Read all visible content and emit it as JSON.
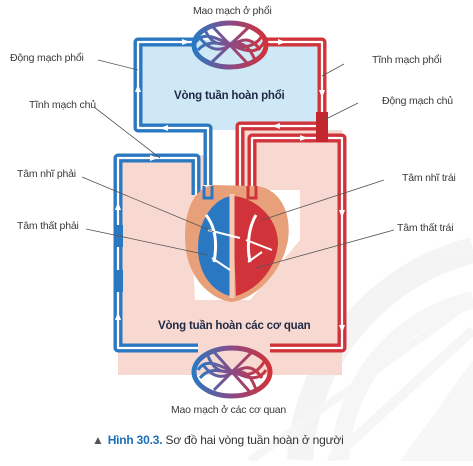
{
  "labels": {
    "pulmonary_capillaries": "Mao mạch ở phổi",
    "pulmonary_artery": "Động mạch phổi",
    "pulmonary_vein": "Tĩnh mạch phổi",
    "vena_cava": "Tĩnh mạch chủ",
    "aorta": "Động mạch chủ",
    "right_atrium": "Tâm nhĩ phải",
    "left_atrium": "Tâm nhĩ trái",
    "right_ventricle": "Tâm thất phải",
    "left_ventricle": "Tâm thất trái",
    "organ_capillaries": "Mao mạch ở các cơ quan"
  },
  "regions": {
    "pulmonary_circuit": "Vòng tuần hoàn phổi",
    "systemic_circuit": "Vòng tuần hoàn các cơ quan"
  },
  "caption": {
    "figure_no": "Hình 30.3.",
    "text": "Sơ đồ hai vòng tuần hoàn ở người"
  },
  "colors": {
    "venous_blue": "#2b78c2",
    "arterial_red": "#d0333a",
    "pulmonary_fill": "#cfe8f6",
    "systemic_fill": "#f8d9d2"
  }
}
